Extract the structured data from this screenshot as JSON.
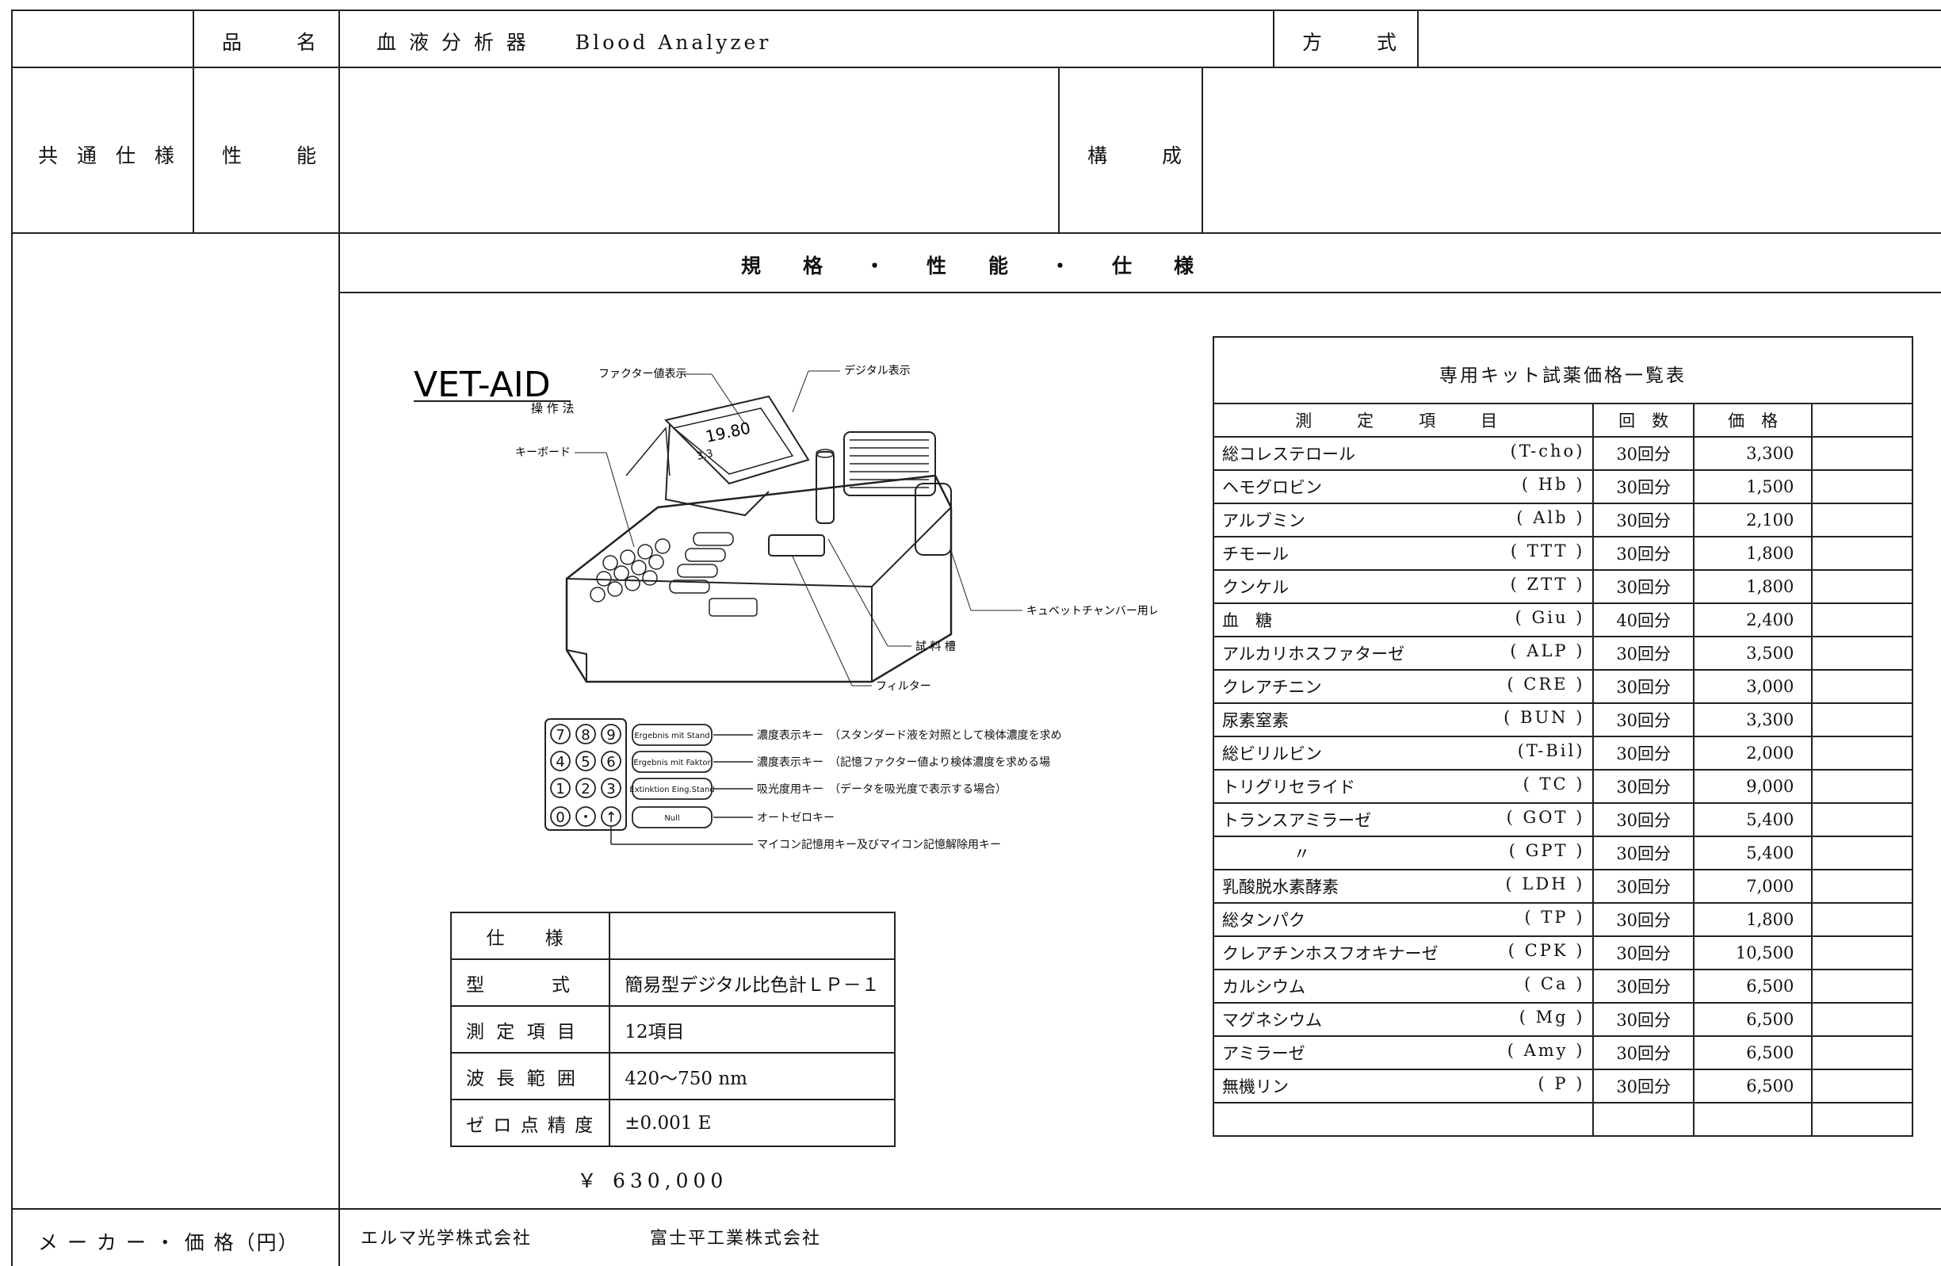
{
  "header": {
    "item_name_label": "品　名",
    "item_name_value": "血 液 分 析 器　　Blood Analyzer",
    "method_label": "方　式"
  },
  "common_spec": {
    "label": "共 通 仕 様",
    "performance_label": "性　能",
    "composition_label": "構　成"
  },
  "section_title": "規　格　・　性　能　・　仕　様",
  "diagram": {
    "brand": "VET-AID",
    "subtitle": "操 作 法",
    "callouts": {
      "factor_display": "ファクター値表示",
      "digital_display": "デジタル表示",
      "keyboard": "キーボード",
      "cuvette_lever": "キュベットチャンバー用レバー",
      "sample_slot": "試 料 槽",
      "filter": "フィルター"
    },
    "screen_readout": "19.80",
    "screen_sub": "3.3",
    "key_labels": [
      "Ergebnis mit Stand",
      "Ergebnis mit Faktor",
      "Extinktion Eing.Stand",
      "Null"
    ],
    "key_notes": [
      "濃度表示キー　（スタンダード液を対照として検体濃度を求め",
      "濃度表示キー　（記憶ファクター値より検体濃度を求める場",
      "吸光度用キー　（データを吸光度で表示する場合）",
      "オートゼロキー",
      "マイコン記憶用キー及びマイコン記憶解除用キー"
    ],
    "keypad": [
      "7",
      "8",
      "9",
      "4",
      "5",
      "6",
      "1",
      "2",
      "3",
      "0",
      "・",
      "↑"
    ]
  },
  "spec_table": {
    "header": "仕　様",
    "rows": [
      {
        "label": "型　　　式",
        "value": "簡易型デジタル比色計ＬＰ－１"
      },
      {
        "label": "測 定 項 目",
        "value": "12項目"
      },
      {
        "label": "波 長 範 囲",
        "value": "420～750 nm"
      },
      {
        "label": "ゼ ロ 点 精 度",
        "value": "±0.001 E"
      }
    ],
    "price": "￥ 630,000"
  },
  "kit_table": {
    "title": "専用キット試薬価格一覧表",
    "headers": [
      "測　定　項　目",
      "回　数",
      "価　格"
    ],
    "rows": [
      {
        "name": "総コレステロール",
        "code": "(T-cho)",
        "count": "30回分",
        "price": "3,300"
      },
      {
        "name": "ヘモグロビン",
        "code": "( Hb )",
        "count": "30回分",
        "price": "1,500"
      },
      {
        "name": "アルブミン",
        "code": "( Alb )",
        "count": "30回分",
        "price": "2,100"
      },
      {
        "name": "チモール",
        "code": "( TTT )",
        "count": "30回分",
        "price": "1,800"
      },
      {
        "name": "クンケル",
        "code": "( ZTT )",
        "count": "30回分",
        "price": "1,800"
      },
      {
        "name": "血　糖",
        "code": "( Giu )",
        "count": "40回分",
        "price": "2,400"
      },
      {
        "name": "アルカリホスファターゼ",
        "code": "( ALP )",
        "count": "30回分",
        "price": "3,500"
      },
      {
        "name": "クレアチニン",
        "code": "( CRE )",
        "count": "30回分",
        "price": "3,000"
      },
      {
        "name": "尿素窒素",
        "code": "( BUN )",
        "count": "30回分",
        "price": "3,300"
      },
      {
        "name": "総ビリルビン",
        "code": "(T-Bil)",
        "count": "30回分",
        "price": "2,000"
      },
      {
        "name": "トリグリセライド",
        "code": "( TC )",
        "count": "30回分",
        "price": "9,000"
      },
      {
        "name": "トランスアミラーゼ",
        "code": "( GOT )",
        "count": "30回分",
        "price": "5,400"
      },
      {
        "name": "〃",
        "code": "( GPT )",
        "count": "30回分",
        "price": "5,400"
      },
      {
        "name": "乳酸脱水素酵素",
        "code": "( LDH )",
        "count": "30回分",
        "price": "7,000"
      },
      {
        "name": "総タンパク",
        "code": "( TP )",
        "count": "30回分",
        "price": "1,800"
      },
      {
        "name": "クレアチンホスフオキナーゼ",
        "code": "( CPK )",
        "count": "30回分",
        "price": "10,500"
      },
      {
        "name": "カルシウム",
        "code": "( Ca )",
        "count": "30回分",
        "price": "6,500"
      },
      {
        "name": "マグネシウム",
        "code": "( Mg )",
        "count": "30回分",
        "price": "6,500"
      },
      {
        "name": "アミラーゼ",
        "code": "( Amy )",
        "count": "30回分",
        "price": "6,500"
      },
      {
        "name": "無機リン",
        "code": "( P )",
        "count": "30回分",
        "price": "6,500"
      }
    ]
  },
  "footer": {
    "maker_label": "メ ー カ ー ・ 価 格（円）",
    "maker1": "エルマ光学株式会社",
    "maker2": "富士平工業株式会社"
  }
}
